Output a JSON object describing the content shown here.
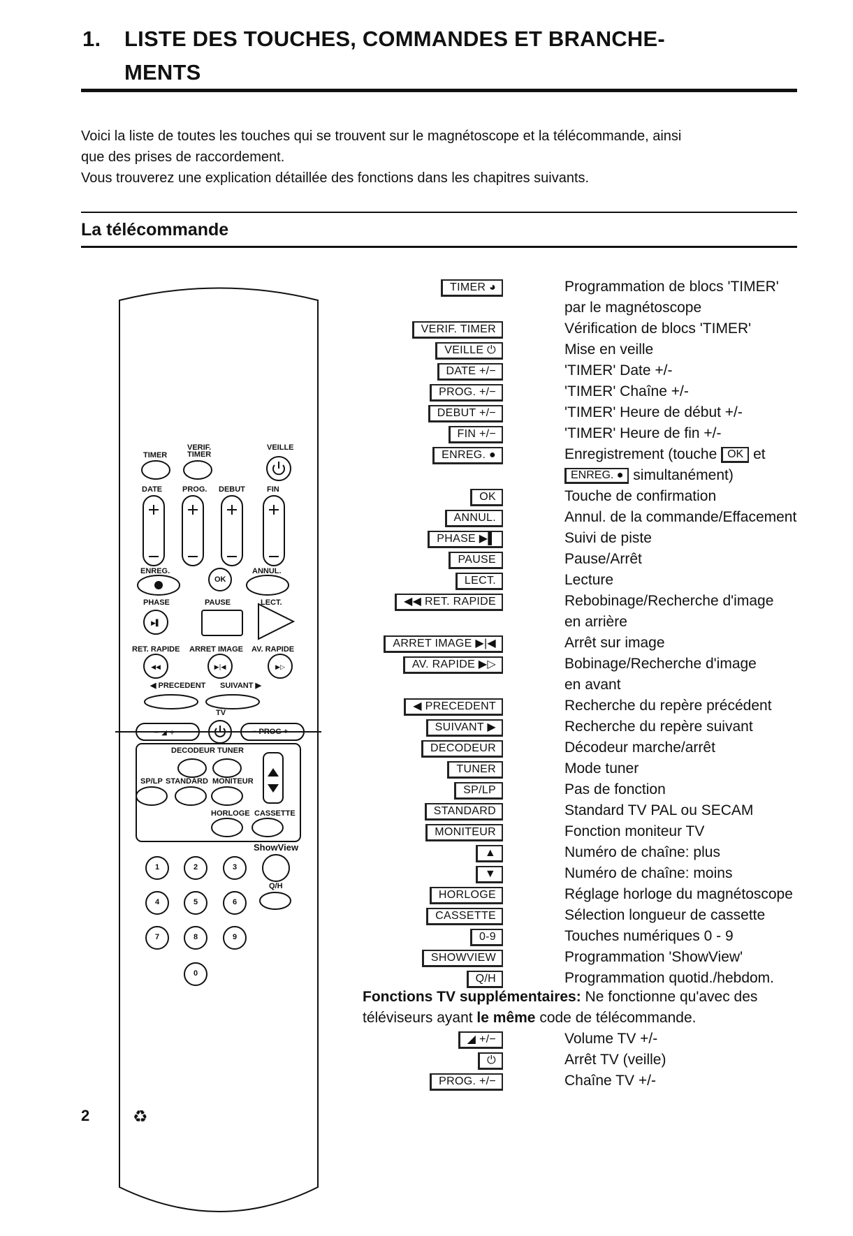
{
  "page": {
    "chapter_number": "1.",
    "title_line1": "LISTE DES TOUCHES, COMMANDES ET BRANCHE-",
    "title_line2": "MENTS",
    "intro_line1": "Voici la liste de toutes les touches qui se trouvent sur le magnétoscope et la télécommande, ainsi",
    "intro_line2": "que des prises de raccordement.",
    "intro_line3": "Vous trouverez une explication détaillée des fonctions dans les chapitres suivants.",
    "section_title": "La télécommande",
    "page_number": "2"
  },
  "remote_labels": {
    "timer": "TIMER",
    "verif": "VERIF.",
    "verif_timer": "TIMER",
    "veille": "VEILLE",
    "date": "DATE",
    "prog": "PROG.",
    "debut": "DEBUT",
    "fin": "FIN",
    "enreg": "ENREG.",
    "ok": "OK",
    "annul": "ANNUL.",
    "phase": "PHASE",
    "pause": "PAUSE",
    "lect": "LECT.",
    "ret_rapide": "RET. RAPIDE",
    "arret_image": "ARRET IMAGE",
    "av_rapide": "AV. RAPIDE",
    "precedent": "◀ PRECEDENT",
    "suivant": "SUIVANT ▶",
    "tv": "TV",
    "prog_tv": "− PROG +",
    "decodeur": "DECODEUR",
    "tuner": "TUNER",
    "splp": "SP/LP",
    "standard": "STANDARD",
    "moniteur": "MONITEUR",
    "horloge": "HORLOGE",
    "cassette": "CASSETTE",
    "showview": "ShowView",
    "qh": "Q/H",
    "n1": "1",
    "n2": "2",
    "n3": "3",
    "n4": "4",
    "n5": "5",
    "n6": "6",
    "n7": "7",
    "n8": "8",
    "n9": "9",
    "n0": "0"
  },
  "keys": [
    {
      "key": "TIMER ◕",
      "desc": "Programmation de blocs 'TIMER'",
      "desc2": "par le magnétoscope"
    },
    {
      "key": "VERIF. TIMER",
      "desc": "Vérification de blocs 'TIMER'"
    },
    {
      "key": "VEILLE ⏻",
      "desc": "Mise en veille"
    },
    {
      "key": "DATE +/−",
      "desc": "'TIMER' Date +/-"
    },
    {
      "key": "PROG. +/−",
      "desc": "'TIMER' Chaîne +/-"
    },
    {
      "key": "DEBUT +/−",
      "desc": "'TIMER' Heure de début +/-"
    },
    {
      "key": "FIN +/−",
      "desc": "'TIMER' Heure de fin +/-"
    },
    {
      "key": "ENREG. ●",
      "desc_a": "Enregistrement (touche ",
      "desc_ok": "OK",
      "desc_b": " et",
      "desc2_key": "ENREG. ●",
      "desc2_b": " simultanément)"
    },
    {
      "key": "OK",
      "desc": "Touche de confirmation"
    },
    {
      "key": "ANNUL.",
      "desc": "Annul. de la commande/Effacement"
    },
    {
      "key": "PHASE ▶▌",
      "desc": "Suivi de piste"
    },
    {
      "key": "PAUSE",
      "desc": "Pause/Arrêt"
    },
    {
      "key": "LECT.",
      "desc": "Lecture"
    },
    {
      "key": "◀◀ RET. RAPIDE",
      "desc": "Rebobinage/Recherche d'image",
      "desc2": "en arrière"
    },
    {
      "key": "ARRET IMAGE ▶|◀",
      "desc": "Arrêt sur image"
    },
    {
      "key": "AV. RAPIDE ▶▷",
      "desc": "Bobinage/Recherche d'image",
      "desc2": "en avant"
    },
    {
      "key": "◀ PRECEDENT",
      "desc": "Recherche du repère précédent"
    },
    {
      "key": "SUIVANT ▶",
      "desc": "Recherche du repère suivant"
    },
    {
      "key": "DECODEUR",
      "desc": "Décodeur marche/arrêt"
    },
    {
      "key": "TUNER",
      "desc": "Mode tuner"
    },
    {
      "key": "SP/LP",
      "desc": "Pas de fonction"
    },
    {
      "key": "STANDARD",
      "desc": "Standard TV PAL ou SECAM"
    },
    {
      "key": "MONITEUR",
      "desc": "Fonction moniteur TV"
    },
    {
      "key": "▲",
      "desc": "Numéro de chaîne: plus"
    },
    {
      "key": "▼",
      "desc": "Numéro de chaîne: moins"
    },
    {
      "key": "HORLOGE",
      "desc": "Réglage horloge du magnétoscope"
    },
    {
      "key": "CASSETTE",
      "desc": "Sélection longueur de cassette"
    },
    {
      "key": "0-9",
      "desc": "Touches numériques 0 - 9"
    },
    {
      "key": "SHOWVIEW",
      "desc": "Programmation 'ShowView'"
    },
    {
      "key": "Q/H",
      "desc": "Programmation quotid./hebdom."
    }
  ],
  "extra": {
    "lead_bold": "Fonctions TV supplémentaires:",
    "lead_rest": " Ne fonctionne qu'avec des",
    "line2_a": "téléviseurs ayant ",
    "line2_bold": "le même",
    "line2_b": " code de télécommande.",
    "keys": [
      {
        "key": "◢ +/−",
        "desc": "Volume TV +/-"
      },
      {
        "key": "⏻",
        "desc": "Arrêt TV (veille)"
      },
      {
        "key": "PROG. +/−",
        "desc": "Chaîne TV +/-"
      }
    ]
  },
  "icons": [
    "power-icon",
    "record-dot-icon",
    "play-triangle-icon",
    "rewind-icon",
    "fast-forward-icon",
    "frame-step-icon",
    "track-phase-icon",
    "arrow-up-icon",
    "arrow-down-icon",
    "recycle-logo-icon"
  ]
}
